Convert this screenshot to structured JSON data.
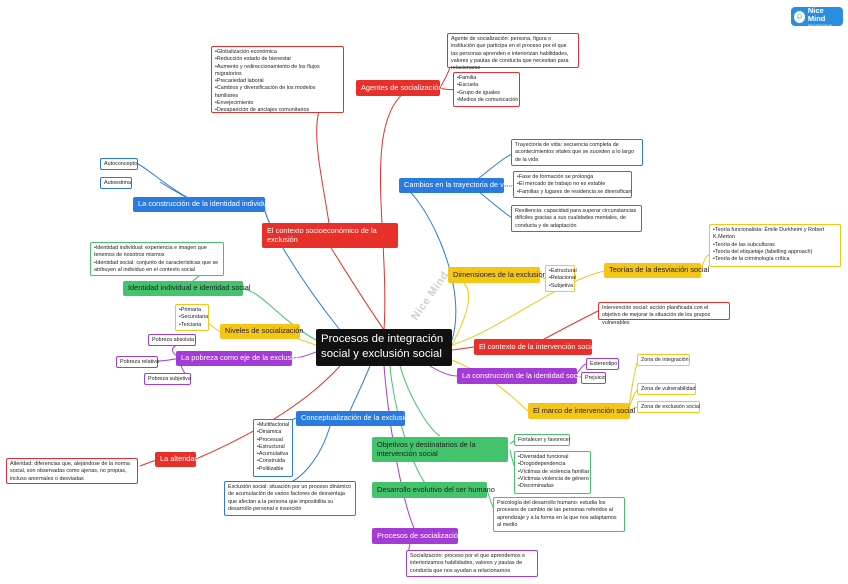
{
  "brand": {
    "name": "Nice Mind",
    "tagline": "www.nicemind.org"
  },
  "watermark": "Nice Mind",
  "central": {
    "title_line1": "Procesos de integración",
    "title_line2": "social y exclusión social"
  },
  "colors": {
    "red": "#e8302a",
    "blue": "#2a7be0",
    "purple": "#a53bd6",
    "yellow": "#f5c518",
    "green": "#42c36c"
  },
  "branches": {
    "agentes": {
      "label": "Agentes de socialización",
      "definition": "Agente de socialización: persona, figura o institución que participa en el proceso por el que las personas aprenden e interiorizan habilidades, valores y pautas de conducta que necesitan para relacionarse",
      "items": [
        "•Familia",
        "•Escuela",
        "•Grupo de iguales",
        "•Medios de comunicación"
      ]
    },
    "contexto_socio": {
      "label": "El contexto socioeconómico de la exclusión",
      "items": [
        "•Globalización económica",
        "•Reducción estado de bienestar",
        "•Aumento y redireccionamiento de los flujos migratorios",
        "•Precariedad laboral",
        "•Cambios y diversificación de los modelos familiares",
        "•Envejecimiento",
        "•Desaparición de anclajes comunitarios"
      ]
    },
    "trayectoria": {
      "label": "Cambios en la trayectoria de vida",
      "definition": "Trayectoria de vida: secuencia completa de acontecimientos vitales que se suceden a lo largo de la vida",
      "items": [
        "•Fase de formación se prolonga",
        "•El mercado de trabajo no es estable",
        "•Familias y lugares de residencia se diversifican"
      ],
      "resiliencia": "Resiliencia: capacidad para superar circunstancias difíciles gracias a sus cualidades mentales, de conducta y de adaptación"
    },
    "identidad_individual": {
      "label": "La construcción de la identidad individual",
      "items": [
        "Autoconcepto",
        "Autoestima"
      ]
    },
    "identidad_ind_social": {
      "label": "Identidad individual e identidad social",
      "items": [
        "•Identidad individual: experiencia e imagen que tenemos de nosotros mismos",
        "•Identidad social: conjunto de características que se atribuyen al individuo en el contexto social"
      ]
    },
    "teorias": {
      "label": "Teorías de la desviación social",
      "items": [
        "•Teoría funcionalista: Émile Durkheim y Robert K.Merton",
        "•Teoría de las subculturas",
        "•Teoría del etiquetaje (labelling approach)",
        "•Teoría de la criminología crítica"
      ]
    },
    "dimensiones": {
      "label": "Dimensiones de la exclusión",
      "items": [
        "•Estructural",
        "•Relacional",
        "•Subjetiva"
      ]
    },
    "niveles": {
      "label": "Niveles de socialización",
      "items": [
        "•Primaria",
        "•Secundaria",
        "•Terciaria"
      ]
    },
    "pobreza": {
      "label": "La pobreza como eje de la exclusión",
      "items": [
        "Pobreza absoluta",
        "Pobreza relativa",
        "Pobreza subjetiva"
      ]
    },
    "intervencion": {
      "label": "El contexto de la intervención social",
      "definition": "Intervención social: acción planificada con el objetivo de mejorar la situación de los grupos vulnerables"
    },
    "identidad_social": {
      "label": "La construcción de la identidad social",
      "items": [
        "Estereotipo",
        "Prejuicio"
      ]
    },
    "marco": {
      "label": "El marco de intervención social",
      "items": [
        "Zona de integración",
        "Zona de vulnerabilidad",
        "Zona de exclusión social"
      ]
    },
    "conceptualizacion": {
      "label": "Conceptualización de la exclusión",
      "items": [
        "•Multifactorial",
        "•Dinámica",
        "•Procesual",
        "•Estructural",
        "•Acumulativa",
        "•Construida",
        "•Politizable"
      ],
      "definition": "Exclusión social: situación por un proceso dinámico de acumulación de varios factores de desventaja que afectan a la persona que imposibilita su desarrollo personal e inserción"
    },
    "alteridad": {
      "label": "La alteridad",
      "definition": "Alteridad: diferencias que, alejándose de la norma social, son observadas como ajenas, no propias, incluso anormales o desviadas"
    },
    "objetivos": {
      "label": "Objetivos y destinatarios de la intervención social",
      "objective": "Fortalecer y favorecer",
      "items": [
        "•Diversidad funcional",
        "•Drogodependencia",
        "•Víctimas de violencia familiar",
        "•Víctimas violencia de género",
        "•Discriminadas"
      ]
    },
    "desarrollo": {
      "label": "Desarrollo evolutivo del ser humano",
      "definition": "Psicología del desarrollo humano: estudia los procesos de cambio de las personas referidos al aprendizaje y a la forma en la que nos adaptamos al medio"
    },
    "procesos": {
      "label": "Procesos de socialización",
      "definition": "Socialización: proceso por el que aprendemos e interiorizamos habilidades, valores y pautas de conducta que nos ayudan a relacionarnos"
    }
  }
}
